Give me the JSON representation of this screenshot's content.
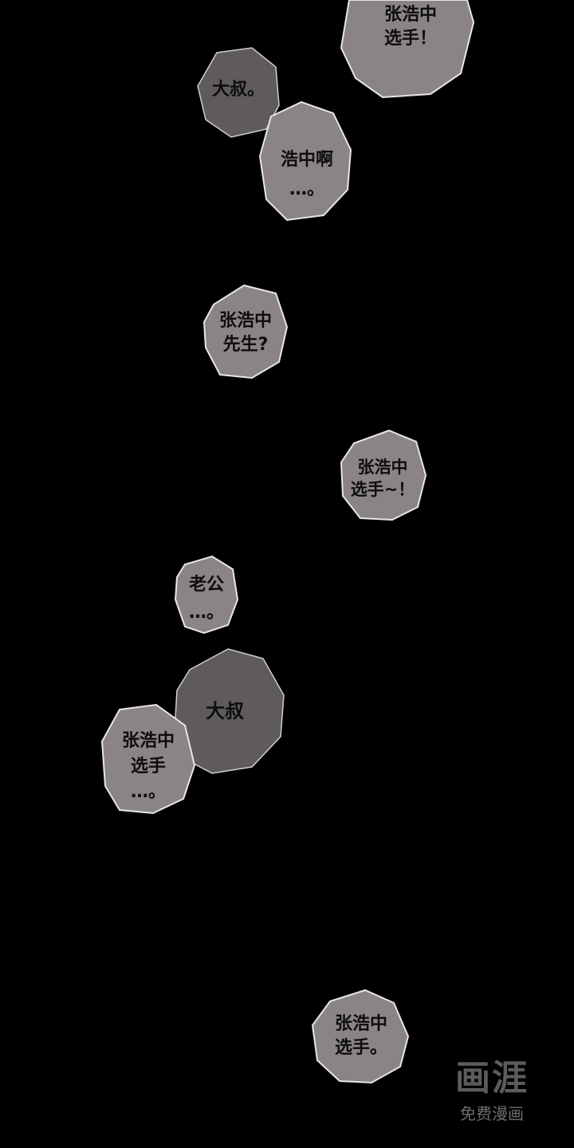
{
  "bubbles": [
    {
      "id": "b1",
      "text": "张浩中\n选手！"
    },
    {
      "id": "b2",
      "text": "大叔。"
    },
    {
      "id": "b3",
      "text": "浩中啊\n…。"
    },
    {
      "id": "b4",
      "text": "张浩中\n先生?"
    },
    {
      "id": "b5",
      "text": "张浩中\n选手~！"
    },
    {
      "id": "b6",
      "text": "老公\n…。"
    },
    {
      "id": "b7",
      "text": "大叔"
    },
    {
      "id": "b8",
      "text": "张浩中\n选手\n…。"
    },
    {
      "id": "b9",
      "text": "张浩中\n选手。"
    }
  ],
  "colors": {
    "background": "#000000",
    "bubble_light": "#8a8486",
    "bubble_dark": "#5f5b5d",
    "bubble_outline": "#e8e8e8",
    "text": "#0d0d0d"
  },
  "watermark": {
    "logo": "画涯",
    "subtitle": "免费漫画"
  }
}
